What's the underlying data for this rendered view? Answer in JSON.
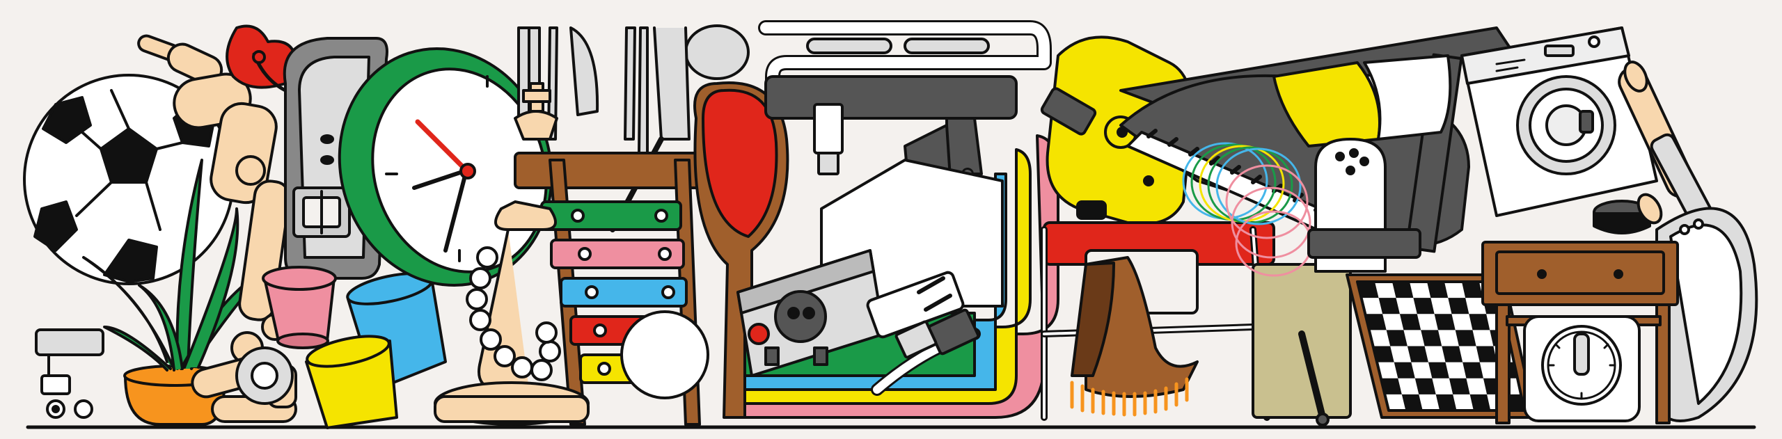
{
  "illustration": {
    "background": "#f4f1ee",
    "outline": "#111111",
    "palette": {
      "red": "#e0261b",
      "green": "#1a9a48",
      "yellow": "#f5e400",
      "blue": "#45b6ea",
      "pink": "#ef8fa0",
      "orange": "#f7941e",
      "wood": "#a05f2c",
      "skin": "#f8d7ae",
      "grey": "#555555",
      "light-grey": "#dddddd",
      "white": "#ffffff",
      "olive": "#c9c08f"
    },
    "objects": [
      "soccer-ball",
      "paint-roller",
      "potted-plant",
      "wooden-artist-mannequin",
      "red-pacifier",
      "belt",
      "green-alarm-clock",
      "paper-cups",
      "chess-king",
      "pearl-necklace",
      "cutlery",
      "xylophone",
      "ping-pong-paddle",
      "ping-pong-ball",
      "power-strip",
      "power-cables",
      "usb-cable",
      "rainbow-towels",
      "tape-measure",
      "folding-chair",
      "shawl-with-fringe",
      "grand-piano",
      "slinky",
      "salt-shaker",
      "washing-machine",
      "checkers-board",
      "wooden-nightstand",
      "kitchen-timer",
      "frying-pan",
      "hockey-puck",
      "rolling-pin"
    ]
  }
}
